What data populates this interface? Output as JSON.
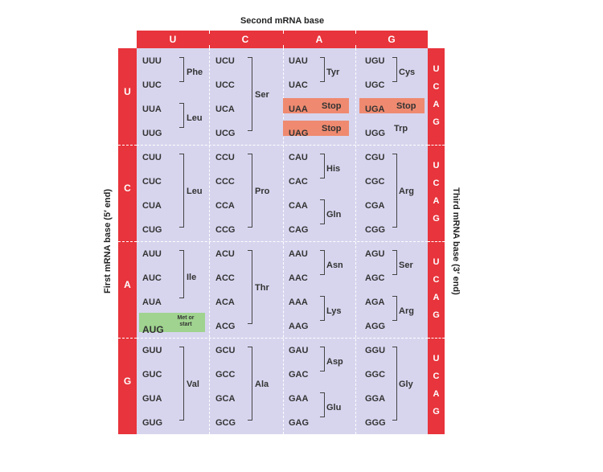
{
  "titles": {
    "second": "Second mRNA base",
    "first": "First mRNA base (5′ end)",
    "third": "Third mRNA base (3′ end)"
  },
  "bases": [
    "U",
    "C",
    "A",
    "G"
  ],
  "codons": [
    [
      "UUU",
      "UCU",
      "UAU",
      "UGU"
    ],
    [
      "UUC",
      "UCC",
      "UAC",
      "UGC"
    ],
    [
      "UUA",
      "UCA",
      "UAA",
      "UGA"
    ],
    [
      "UUG",
      "UCG",
      "UAG",
      "UGG"
    ],
    [
      "CUU",
      "CCU",
      "CAU",
      "CGU"
    ],
    [
      "CUC",
      "CCC",
      "CAC",
      "CGC"
    ],
    [
      "CUA",
      "CCA",
      "CAA",
      "CGA"
    ],
    [
      "CUG",
      "CCG",
      "CAG",
      "CGG"
    ],
    [
      "AUU",
      "ACU",
      "AAU",
      "AGU"
    ],
    [
      "AUC",
      "ACC",
      "AAC",
      "AGC"
    ],
    [
      "AUA",
      "ACA",
      "AAA",
      "AGA"
    ],
    [
      "AUG",
      "ACG",
      "AAG",
      "AGG"
    ],
    [
      "GUU",
      "GCU",
      "GAU",
      "GGU"
    ],
    [
      "GUC",
      "GCC",
      "GAC",
      "GGC"
    ],
    [
      "GUA",
      "GCA",
      "GAA",
      "GGA"
    ],
    [
      "GUG",
      "GCG",
      "GAG",
      "GGG"
    ]
  ],
  "amino": {
    "phe": "Phe",
    "leu1": "Leu",
    "ser1": "Ser",
    "tyr": "Tyr",
    "stop": "Stop",
    "cys": "Cys",
    "trp": "Trp",
    "leu2": "Leu",
    "pro": "Pro",
    "his": "His",
    "gln": "Gln",
    "arg1": "Arg",
    "ile": "Ile",
    "met_or": "Met or",
    "met_start": "start",
    "thr": "Thr",
    "asn": "Asn",
    "lys": "Lys",
    "ser2": "Ser",
    "arg2": "Arg",
    "val": "Val",
    "ala": "Ala",
    "asp": "Asp",
    "glu": "Glu",
    "gly": "Gly"
  },
  "colors": {
    "bar": "#e8343c",
    "grid": "#d7d5ee",
    "stop": "#ef8a70",
    "start": "#9fd38f"
  }
}
